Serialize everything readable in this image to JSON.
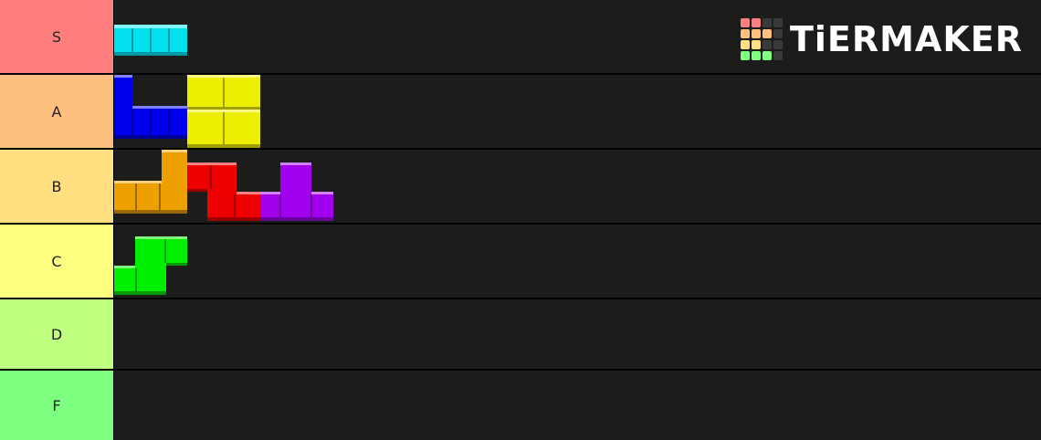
{
  "tiers": [
    {
      "label": "S",
      "color": "#ff7f7f"
    },
    {
      "label": "A",
      "color": "#ffbf7f"
    },
    {
      "label": "B",
      "color": "#ffdf7f"
    },
    {
      "label": "C",
      "color": "#ffff7f"
    },
    {
      "label": "D",
      "color": "#bfff7f"
    },
    {
      "label": "F",
      "color": "#7fff7f"
    }
  ],
  "logo": {
    "text": "TiERMAKER",
    "grid_colors": [
      "#ff7f7f",
      "#ff7f7f",
      "#3a3a3a",
      "#3a3a3a",
      "#ffbf7f",
      "#ffbf7f",
      "#ffbf7f",
      "#3a3a3a",
      "#ffdf7f",
      "#ffdf7f",
      "#3a3a3a",
      "#3a3a3a",
      "#7fff7f",
      "#7fff7f",
      "#7fff7f",
      "#3a3a3a"
    ]
  },
  "pieces": [
    {
      "tier": "S",
      "shape": "I-tetromino",
      "color": "#00e5f0"
    },
    {
      "tier": "A",
      "shape": "J-tetromino",
      "color": "#0000ff"
    },
    {
      "tier": "A",
      "shape": "O-tetromino",
      "color": "#f0f000"
    },
    {
      "tier": "B",
      "shape": "L-tetromino",
      "color": "#f0a000"
    },
    {
      "tier": "B",
      "shape": "Z-tetromino",
      "color": "#f00000"
    },
    {
      "tier": "B",
      "shape": "T-tetromino",
      "color": "#a000f0"
    },
    {
      "tier": "C",
      "shape": "S-tetromino",
      "color": "#00f000"
    }
  ],
  "background_color": "#1c1c1a"
}
